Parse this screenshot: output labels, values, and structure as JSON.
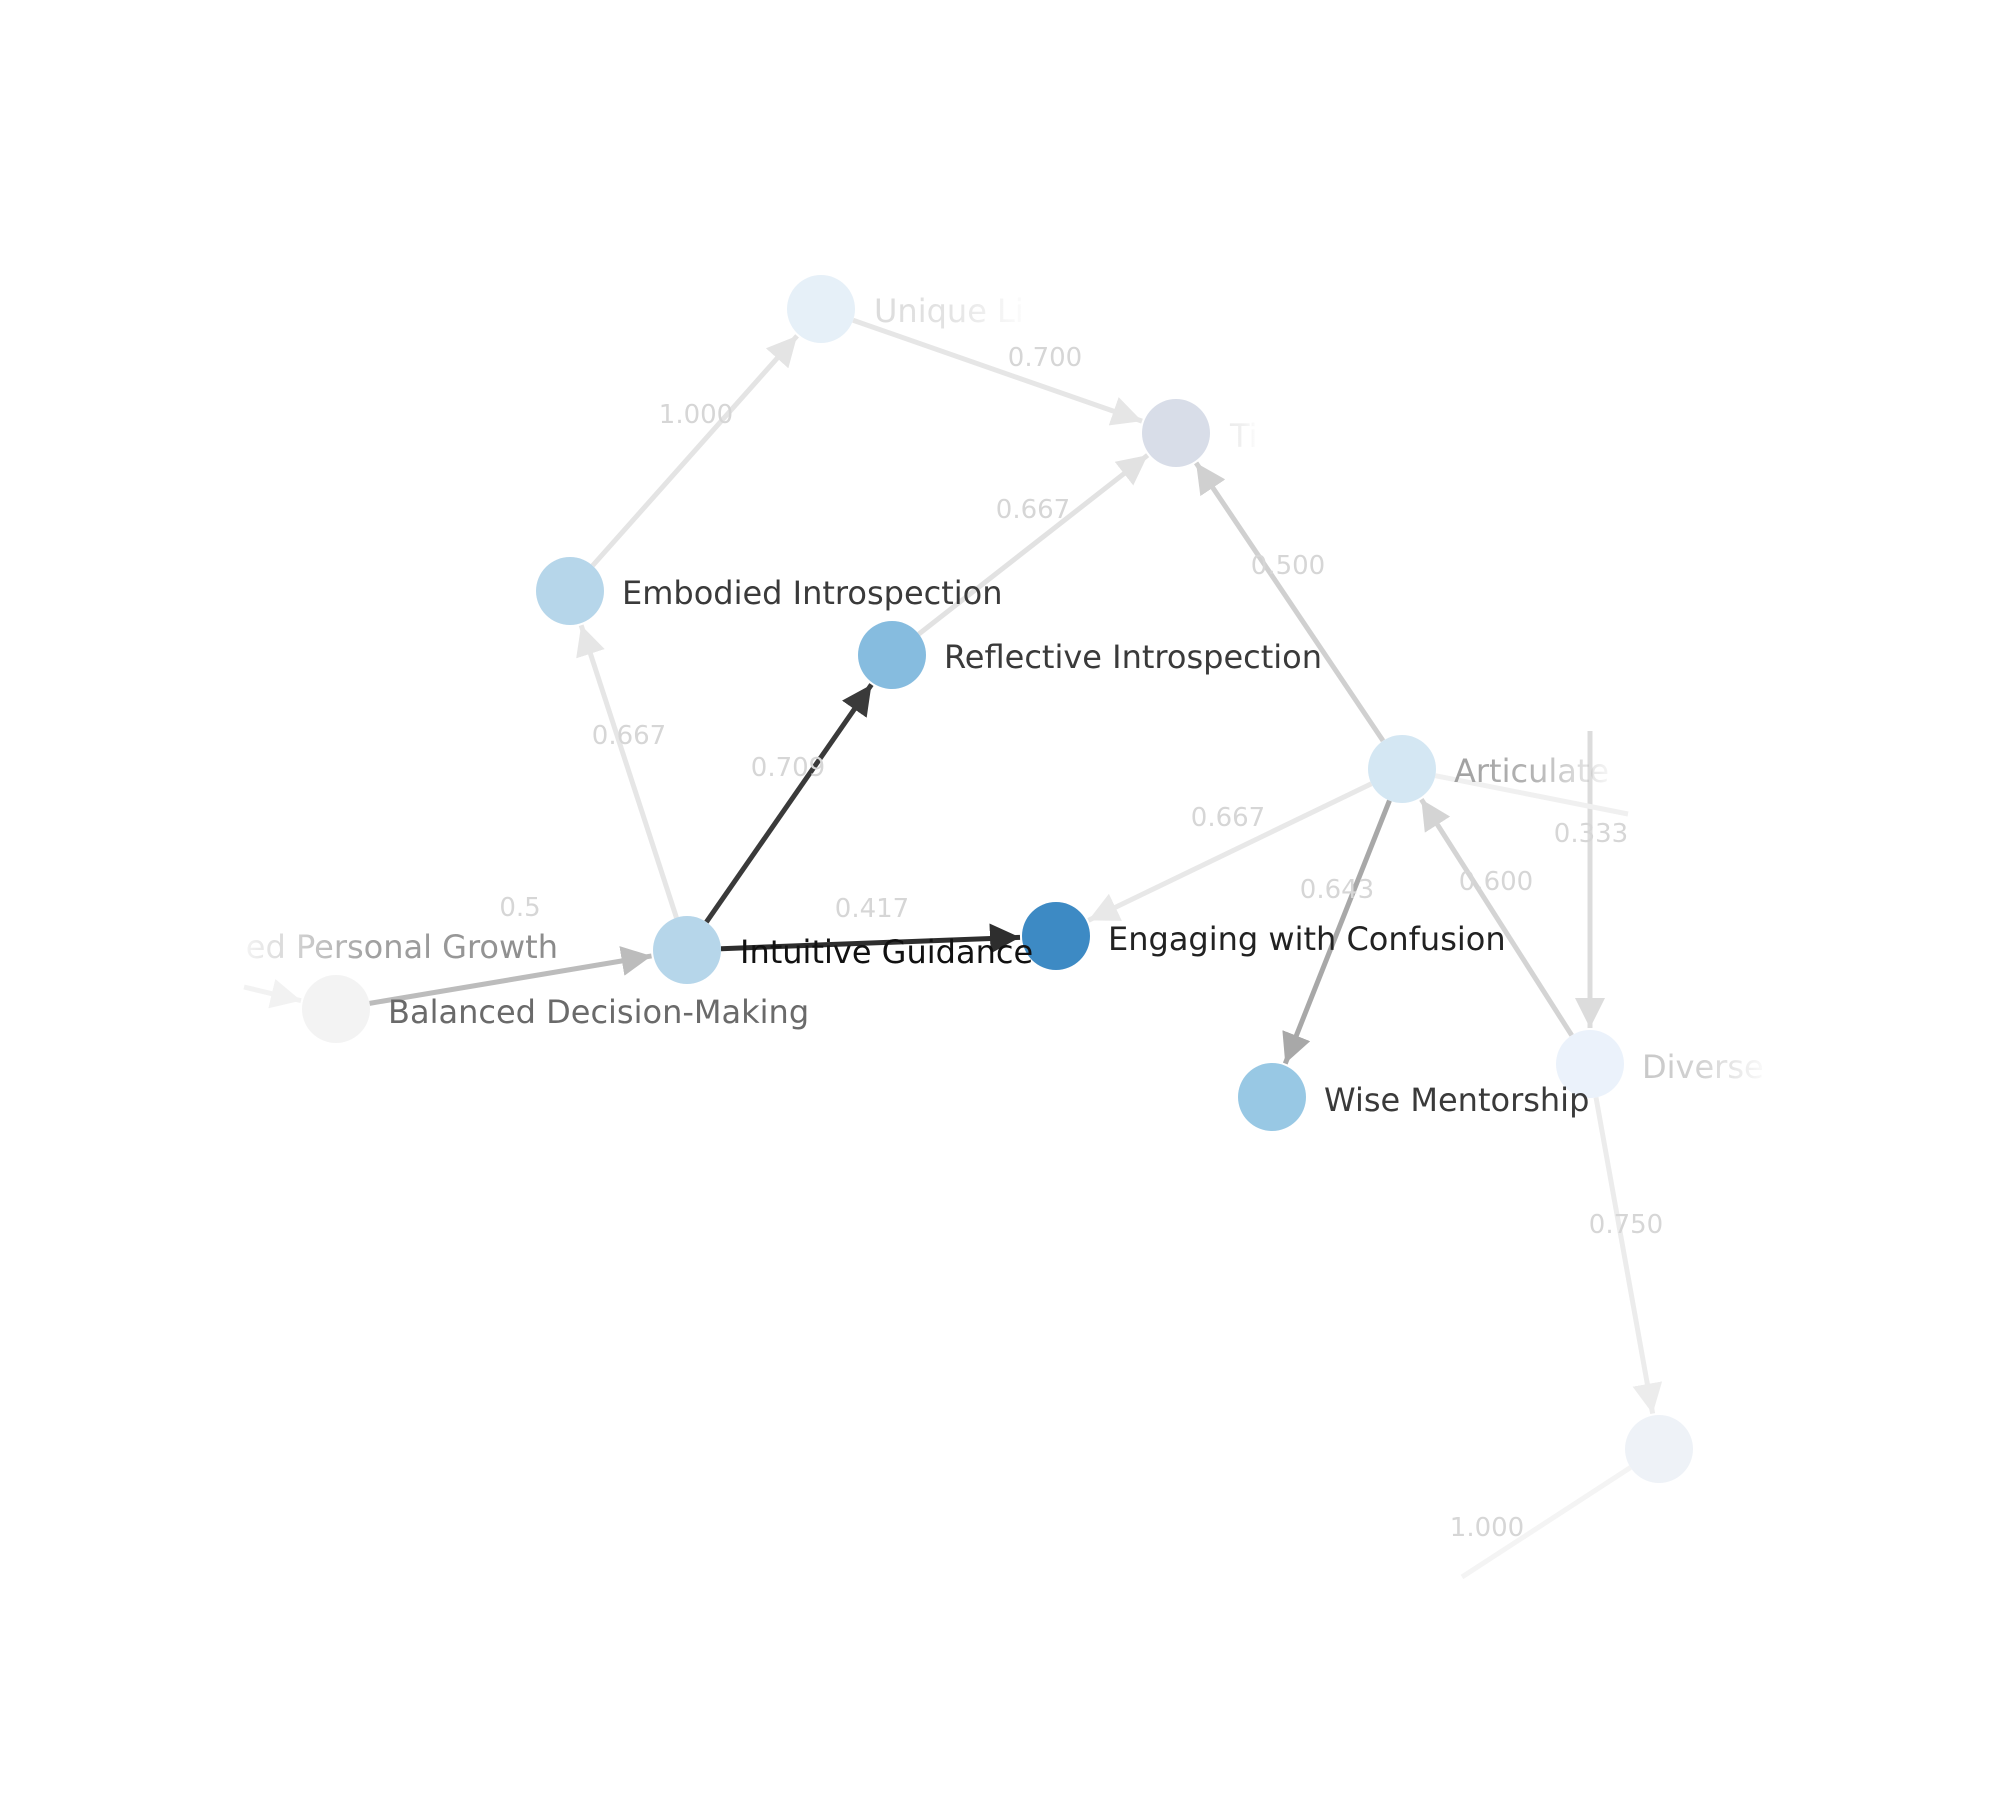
{
  "graph": {
    "nodes": [
      {
        "id": "unique",
        "label": "Unique Li",
        "color": "#e6f0f8",
        "label_color": "#dcdcdc"
      },
      {
        "id": "ti",
        "label": "Ti",
        "color": "#d8dde8",
        "label_color": "#ececec"
      },
      {
        "id": "embodied",
        "label": "Embodied Introspection",
        "color": "#b6d6ea",
        "label_color": "#3a3a3a"
      },
      {
        "id": "reflective",
        "label": "Reflective Introspection",
        "color": "#86bcdf",
        "label_color": "#3a3a3a"
      },
      {
        "id": "articulate",
        "label": "Articulate",
        "color": "#d4e7f3",
        "label_color": "#a0a0a0"
      },
      {
        "id": "intuitive",
        "label": "Intuitive Guidance",
        "color": "#b6d6ea",
        "label_color": "#111111"
      },
      {
        "id": "engaging",
        "label": "Engaging with Confusion",
        "color": "#3d8ac4",
        "label_color": "#222222"
      },
      {
        "id": "balanced",
        "label": "Balanced Decision-Making",
        "color": "#f3f3f3",
        "label_color": "#6a6a6a"
      },
      {
        "id": "wise",
        "label": "Wise Mentorship",
        "color": "#98c8e4",
        "label_color": "#3a3a3a"
      },
      {
        "id": "diverse",
        "label": "Diverse",
        "color": "#ebf2fb",
        "label_color": "#c8c8c8"
      },
      {
        "id": "bottom",
        "label": "",
        "color": "#eef2f7",
        "label_color": "#e0e0e0"
      },
      {
        "id": "growth",
        "label": "ed Personal Growth",
        "color": "#ffffff",
        "label_color": "#8a8a8a"
      }
    ],
    "edges": [
      {
        "from": "embodied",
        "to": "unique",
        "weight": "1.000",
        "color": "#e4e4e4"
      },
      {
        "from": "unique",
        "to": "ti",
        "weight": "0.700",
        "color": "#e6e6e6"
      },
      {
        "from": "reflective",
        "to": "ti",
        "weight": "0.667",
        "color": "#e2e2e2"
      },
      {
        "from": "articulate",
        "to": "ti",
        "weight": "0.500",
        "color": "#d0d0d0"
      },
      {
        "from": "intuitive",
        "to": "embodied",
        "weight": "0.667",
        "color": "#e6e6e6"
      },
      {
        "from": "intuitive",
        "to": "reflective",
        "weight": "0.709",
        "color": "#3a3a3a"
      },
      {
        "from": "intuitive",
        "to": "engaging",
        "weight": "0.417",
        "color": "#2e2e2e"
      },
      {
        "from": "balanced",
        "to": "intuitive",
        "weight": "0.5",
        "color": "#bcbcbc"
      },
      {
        "from": "articulate",
        "to": "engaging",
        "weight": "0.667",
        "color": "#e8e8e8"
      },
      {
        "from": "articulate",
        "to": "wise",
        "weight": "0.643",
        "color": "#a8a8a8"
      },
      {
        "from": "diverse",
        "to": "articulate",
        "weight": "0.600",
        "color": "#d4d4d4"
      },
      {
        "from": "offtop",
        "to": "diverse",
        "weight": "0.333",
        "color": "#dcdcdc"
      },
      {
        "from": "articulate",
        "to": "offright",
        "weight": "",
        "color": "#f0f0f0"
      },
      {
        "from": "diverse",
        "to": "bottom",
        "weight": "0.750",
        "color": "#ececec"
      },
      {
        "from": "bottom",
        "to": "offbottom",
        "weight": "1.000",
        "color": "#f4f4f4"
      },
      {
        "from": "offleft",
        "to": "balanced",
        "weight": "",
        "color": "#f2f2f2"
      }
    ]
  }
}
